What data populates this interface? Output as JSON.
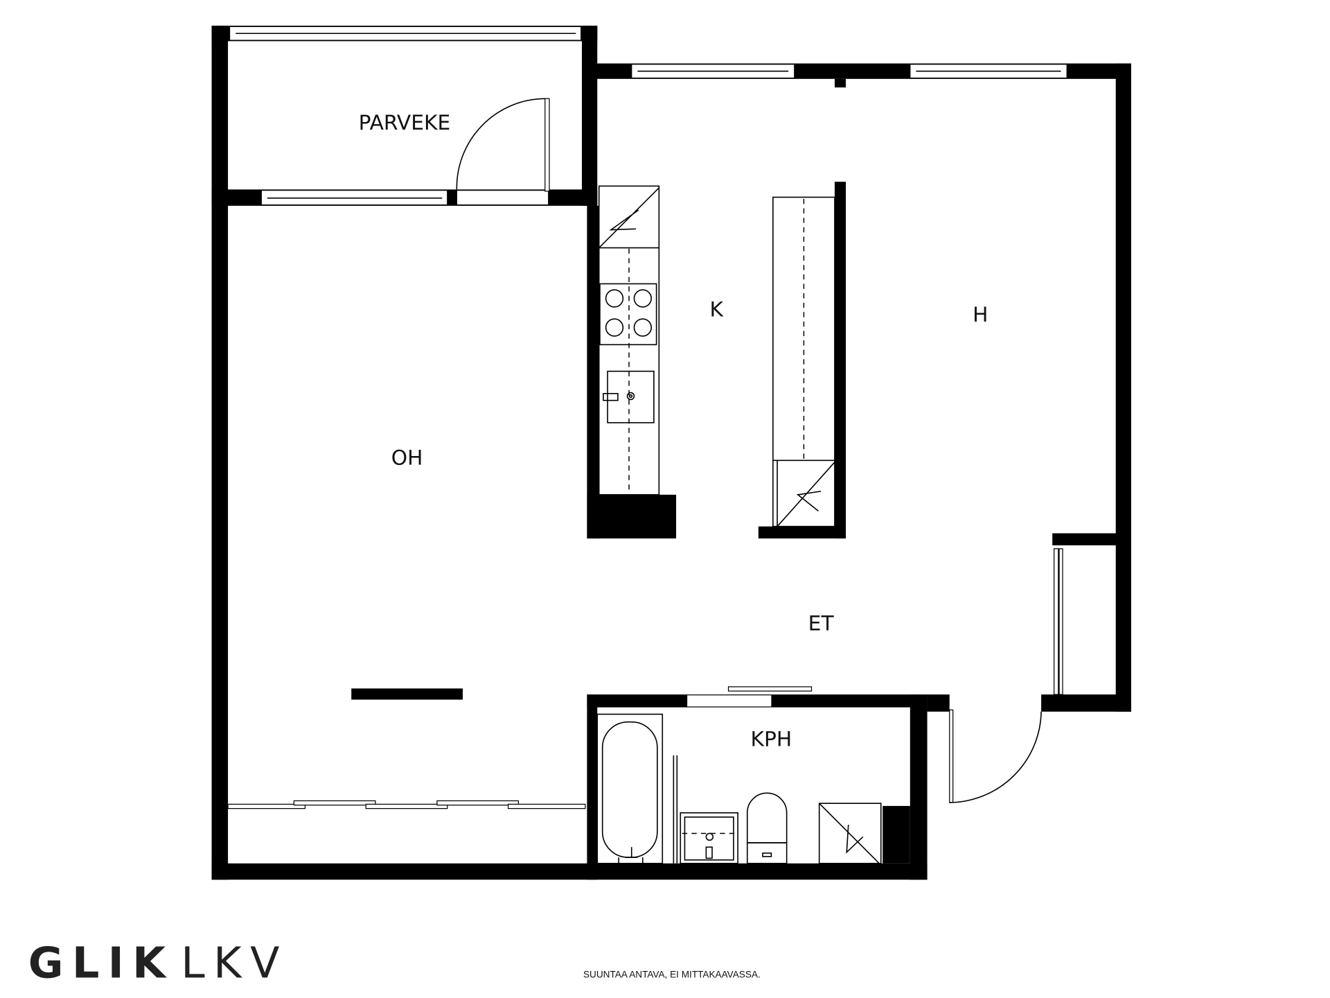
{
  "rooms": {
    "parveke": "PARVEKE",
    "k": "K",
    "h": "H",
    "oh": "OH",
    "et": "ET",
    "kph": "KPH"
  },
  "footer": {
    "logo_bold": "GLIK",
    "logo_light": "LKV",
    "note": "SUUNTAA ANTAVA, EI MITTAKAAVASSA."
  }
}
